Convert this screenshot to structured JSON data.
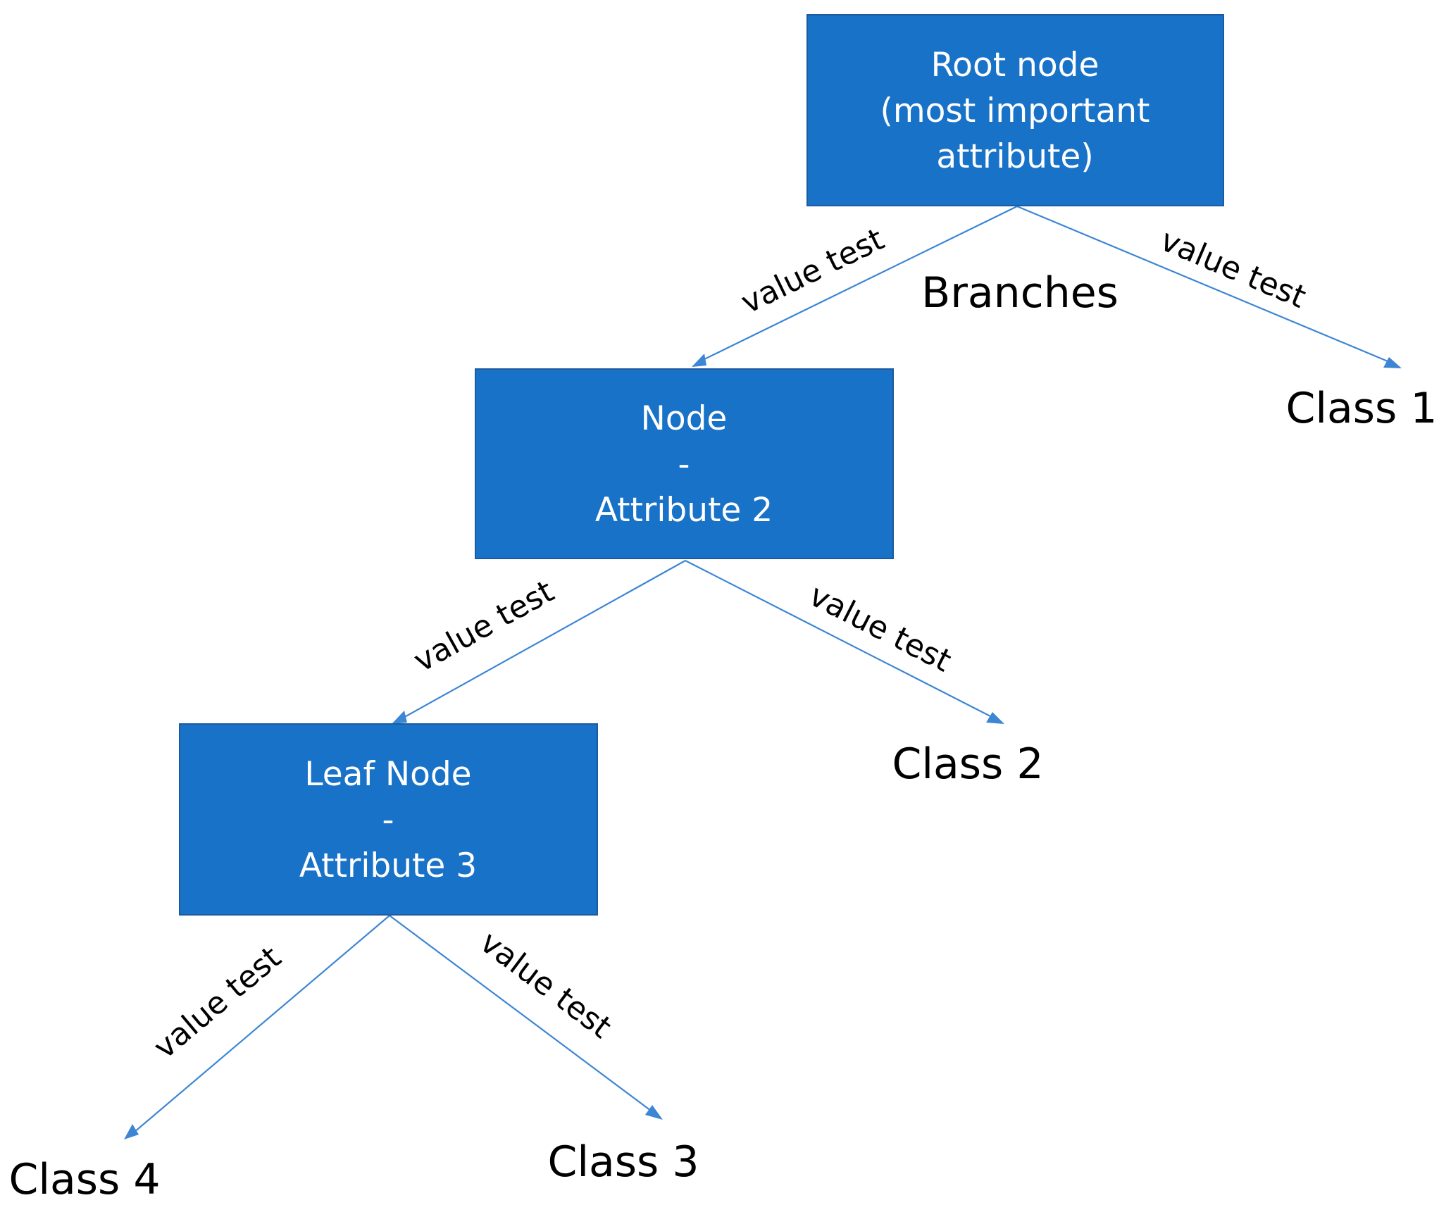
{
  "nodes": {
    "root": {
      "line1": "Root node",
      "line2": "(most important",
      "line3": "attribute)"
    },
    "node": {
      "line1": "Node",
      "line2": "-",
      "line3": "Attribute 2"
    },
    "leaf": {
      "line1": "Leaf Node",
      "line2": "-",
      "line3": "Attribute 3"
    }
  },
  "edges": {
    "label": "value test"
  },
  "branches_label": "Branches",
  "classes": {
    "class1": "Class 1",
    "class2": "Class 2",
    "class3": "Class 3",
    "class4": "Class 4"
  },
  "colors": {
    "node_fill": "#1872c8",
    "edge": "#3c86d4"
  }
}
